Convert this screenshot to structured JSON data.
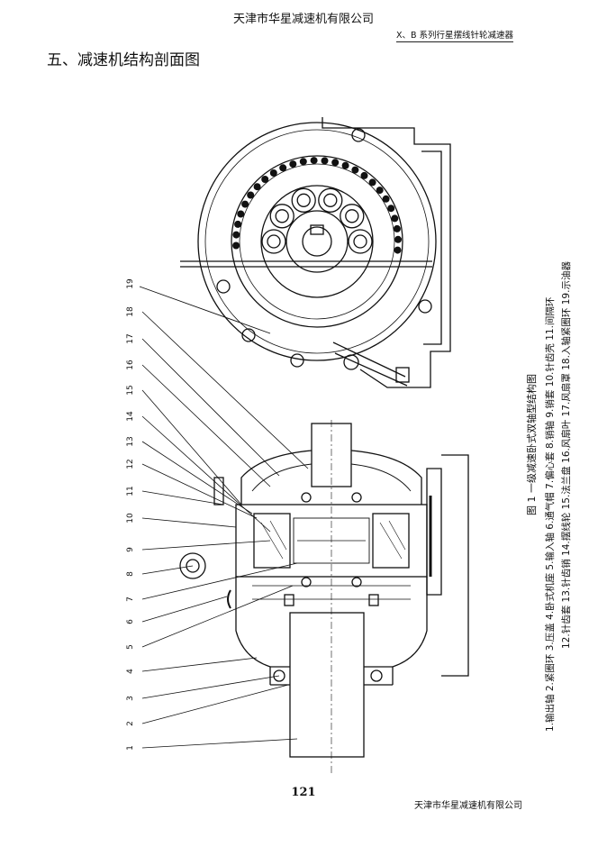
{
  "header": {
    "company": "天津市华星减速机有限公司",
    "series_title": "X、B 系列行星摆线针轮减速器"
  },
  "section_title": "五、减速机结构剖面图",
  "figure": {
    "caption": "图 1 一级减速卧式双轴型结构图",
    "parts_line1": "1.输出轴 2.紧圈环 3.压盖 4.卧式机座 5.输入轴 6.通气帽 7.偏心套 8.销轴 9.销套 10.针齿壳 11.间隔环",
    "parts_line2": "12.针齿套 13.针齿销 14.摆线轮 15.法兰盘 16.风扇叶 17.风扇罩 18.入轴紧圈环 19.示油器",
    "callouts": [
      "1",
      "2",
      "3",
      "4",
      "5",
      "6",
      "7",
      "8",
      "9",
      "10",
      "11",
      "12",
      "13",
      "14",
      "15",
      "16",
      "17",
      "18",
      "19"
    ]
  },
  "footer": {
    "page_number": "121",
    "company": "天津市华星减速机有限公司"
  }
}
